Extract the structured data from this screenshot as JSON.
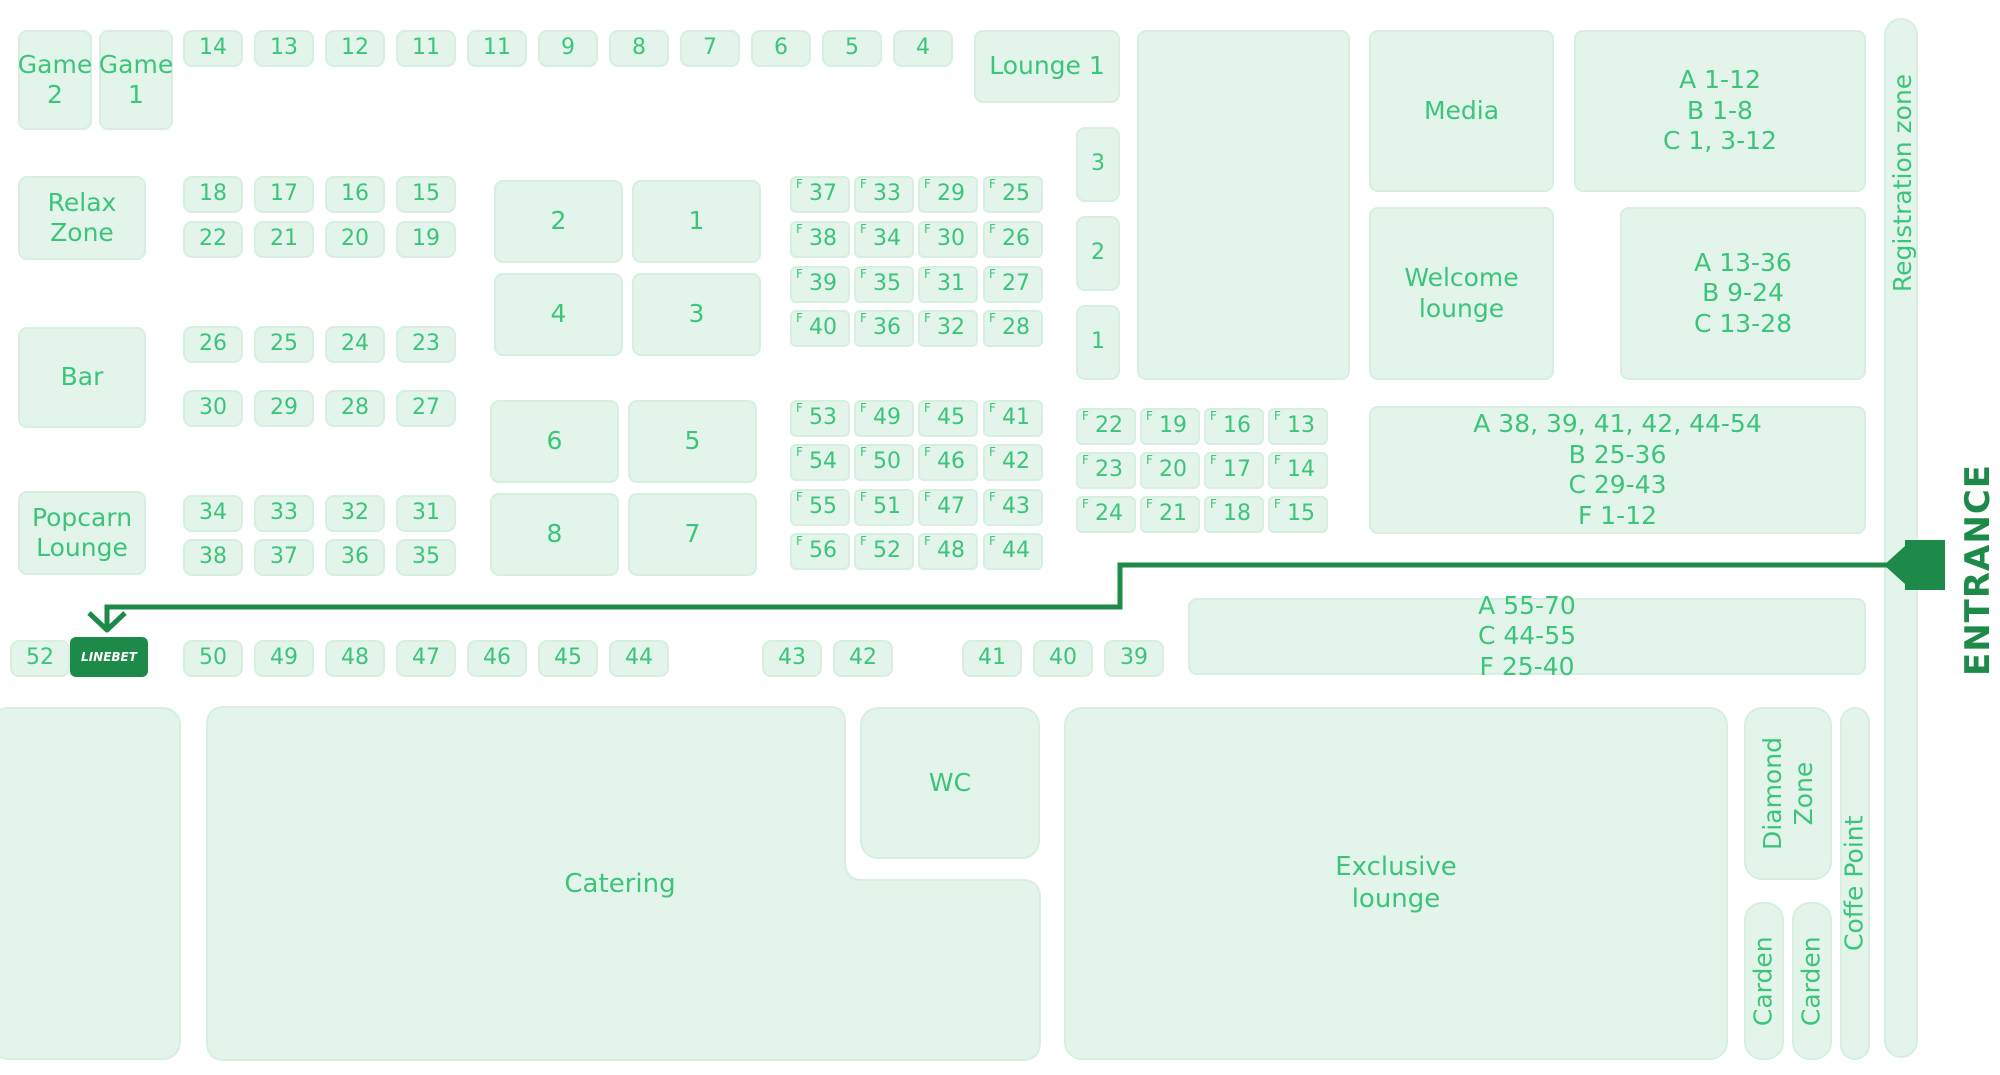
{
  "colors": {
    "block_fill": "#e3f5ea",
    "text": "#3cc57a",
    "route": "#1d8a4a",
    "entrance_text": "#1d8a4a"
  },
  "top_row": [
    "14",
    "13",
    "12",
    "11",
    "11",
    "9",
    "8",
    "7",
    "6",
    "5",
    "4"
  ],
  "areas": {
    "game2": "Game\n2",
    "game1": "Game\n1",
    "lounge1": "Lounge  1",
    "relax": "Relax\nZone",
    "bar": "Bar",
    "popcarn": "Popcarn\nLounge",
    "media": "Media",
    "welcome": "Welcome\nlounge",
    "abc_top": "A 1-12\nB 1-8\nC 1, 3-12",
    "abc_mid": "A 13-36\nB 9-24\nC 13-28",
    "abcf": "A 38, 39, 41, 42, 44-54\nB 25-36\nC 29-43\nF 1-12",
    "acf": "A 55-70\nC 44-55\nF 25-40",
    "registration": "Registration zone",
    "wc": "WC",
    "catering": "Catering",
    "exclusive": "Exclusive\nlounge",
    "diamond": "Diamond\nZone",
    "carden1": "Carden",
    "carden2": "Carden",
    "coffe": "Coffe Point"
  },
  "left_grid": {
    "row1": [
      "18",
      "17",
      "16",
      "15"
    ],
    "row2": [
      "22",
      "21",
      "20",
      "19"
    ],
    "row3": [
      "26",
      "25",
      "24",
      "23"
    ],
    "row4": [
      "30",
      "29",
      "28",
      "27"
    ],
    "row5": [
      "34",
      "33",
      "32",
      "31"
    ],
    "row6": [
      "38",
      "37",
      "36",
      "35"
    ]
  },
  "large_tables": [
    "2",
    "1",
    "4",
    "3",
    "6",
    "5",
    "8",
    "7"
  ],
  "vertical_stack": [
    "3",
    "2",
    "1"
  ],
  "f_prefix": "F",
  "f_grid_top": {
    "row1": [
      "37",
      "33",
      "29",
      "25"
    ],
    "row2": [
      "38",
      "34",
      "30",
      "26"
    ],
    "row3": [
      "39",
      "35",
      "31",
      "27"
    ],
    "row4": [
      "40",
      "36",
      "32",
      "28"
    ]
  },
  "f_grid_bottom": {
    "row1": [
      "53",
      "49",
      "45",
      "41"
    ],
    "row2": [
      "54",
      "50",
      "46",
      "42"
    ],
    "row3": [
      "55",
      "51",
      "47",
      "43"
    ],
    "row4": [
      "56",
      "52",
      "48",
      "44"
    ]
  },
  "f_grid_right": {
    "row1": [
      "22",
      "19",
      "16",
      "13"
    ],
    "row2": [
      "23",
      "20",
      "17",
      "14"
    ],
    "row3": [
      "24",
      "21",
      "18",
      "15"
    ]
  },
  "bottom_row": {
    "first": "52",
    "group1": [
      "50",
      "49",
      "48",
      "47",
      "46",
      "45",
      "44"
    ],
    "group2": [
      "43",
      "42"
    ],
    "group3": [
      "41",
      "40",
      "39"
    ]
  },
  "logo": "LINEBET",
  "entrance": "ENTRANCE"
}
